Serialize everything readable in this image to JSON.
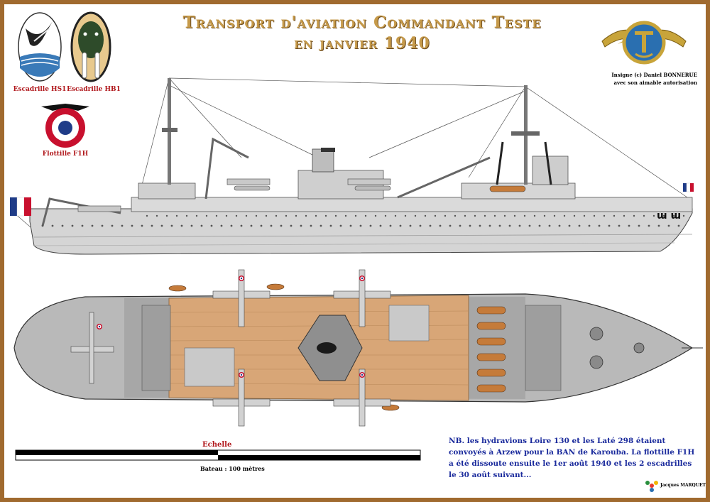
{
  "title": {
    "line1": "Transport d'aviation Commandant Teste",
    "line2": "en janvier 1940"
  },
  "insignia": {
    "hs1_label": "Escadrille HS1",
    "hb1_label": "Escadrille HB1",
    "f1h_label": "Flottille F1H"
  },
  "credit": {
    "line1": "Insigne (c) Daniel BONNERUE",
    "line2": "avec son aimable autorisation"
  },
  "scale": {
    "title": "Echelle",
    "caption": "Bateau : 100 mètres"
  },
  "note": {
    "text": "NB. les hydravions Loire 130 et les Laté 298 étaient convoyés à Arzew pour la BAN  de Karouba. La flottille F1H a été dissoute ensuite le 1er août 1940 et les 2 escadrilles le 30 août suivant..."
  },
  "signature": "Jacques MARQUET",
  "colors": {
    "frame": "#a06a2f",
    "title": "#c69a4a",
    "hull": "#d4d4d4",
    "deck_wood": "#d8a677",
    "note_text": "#1a2a9c",
    "label_red": "#b0171b"
  }
}
